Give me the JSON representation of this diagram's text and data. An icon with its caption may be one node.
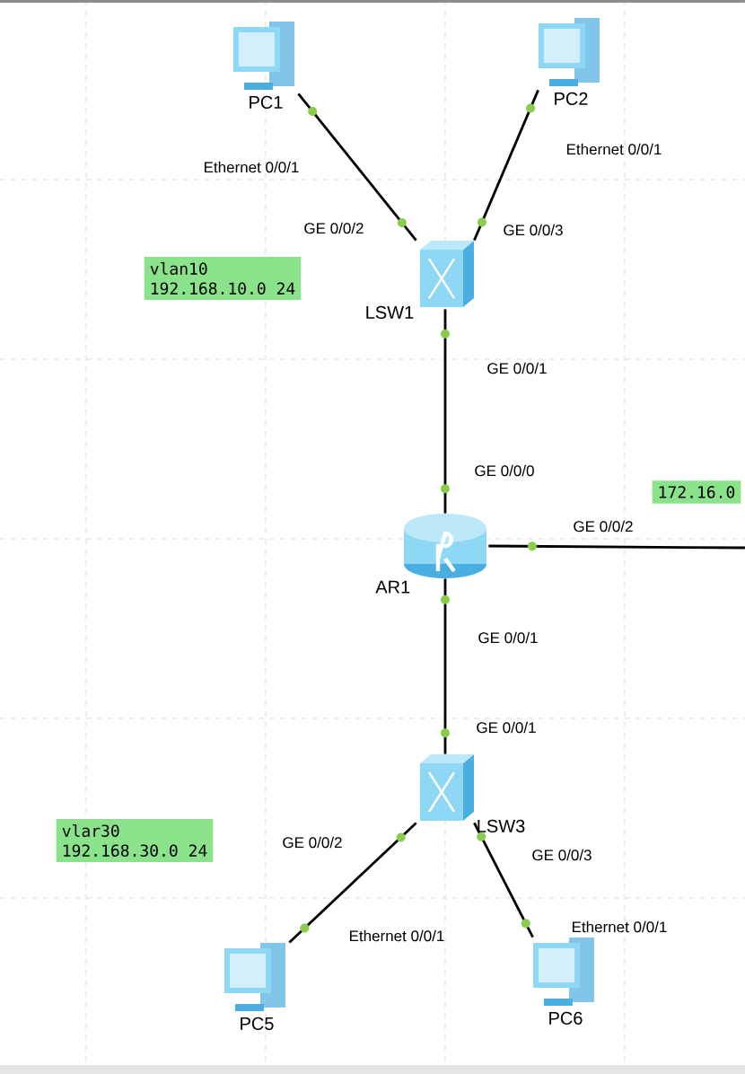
{
  "diagram": {
    "nodes": [
      {
        "text": [
          "PC1"
        ]
      },
      {
        "text": [
          "PC2"
        ]
      },
      {
        "text": [
          "vlan10",
          "192.168.10.0 24"
        ]
      },
      {
        "text": [
          "LSW1"
        ]
      },
      {
        "text": [
          "172.16.0"
        ]
      },
      {
        "text": [
          "AR1"
        ]
      },
      {
        "text": [
          "vlar30",
          "192.168.30.0 24"
        ]
      },
      {
        "text": [
          "LSW3"
        ]
      },
      {
        "text": [
          "PC5"
        ]
      },
      {
        "text": [
          "PC6"
        ]
      }
    ],
    "edges": [
      {
        "from": 0,
        "to": 3,
        "arrow": "none"
      },
      {
        "from": 1,
        "to": 3,
        "arrow": "none"
      },
      {
        "from": 3,
        "to": 5,
        "arrow": "none"
      },
      {
        "from": 5,
        "to": null,
        "arrow": "none"
      },
      {
        "from": 5,
        "to": 7,
        "arrow": "none"
      },
      {
        "from": 7,
        "to": 8,
        "arrow": "none"
      },
      {
        "from": 7,
        "to": 9,
        "arrow": "none"
      }
    ],
    "labels": [
      "Ethernet 0/0/1",
      "Ethernet 0/0/1",
      "GE 0/0/2",
      "GE 0/0/3",
      "GE 0/0/1",
      "GE 0/0/0",
      "GE 0/0/2",
      "GE 0/0/1",
      "GE 0/0/1",
      "GE 0/0/2",
      "GE 0/0/3",
      "Ethernet 0/0/1",
      "Ethernet 0/0/1"
    ]
  }
}
